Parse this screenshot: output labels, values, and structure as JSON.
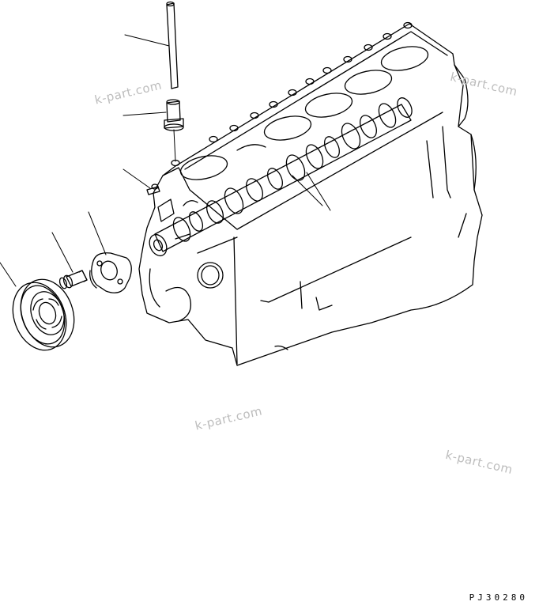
{
  "watermarks": [
    "k-part.com",
    "k-part.com",
    "k-part.com",
    "k-part.com"
  ],
  "drawing_code": "PJ30280",
  "colors": {
    "line": "#000000",
    "watermark": "#bdbdbd",
    "background": "#ffffff"
  }
}
